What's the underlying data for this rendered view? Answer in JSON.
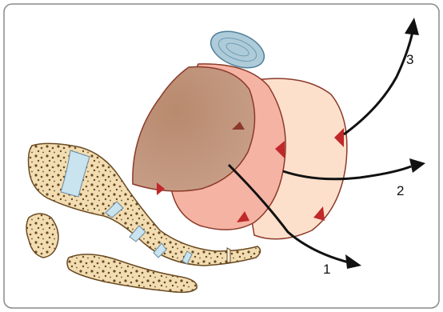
{
  "figure": {
    "arrow_labels": [
      "1",
      "2",
      "3"
    ]
  },
  "colors": {
    "frame_border": "#8a8a8a",
    "frame_fill": "#ffffff",
    "cut_front": "#c4957a",
    "cut_middle": "#f5b3a3",
    "cut_back": "#fde0cc",
    "cut_stroke": "#8b3a2a",
    "red_notch": "#c0282a",
    "patella_fill": "#aecbd9",
    "patella_stroke": "#4f7f99",
    "bone_fill": "#f2ddb3",
    "bone_stroke": "#6a4a22",
    "cartilage": "#c9e3ef",
    "arrow": "#111111"
  },
  "icons": [
    "arrow-head-icon"
  ]
}
